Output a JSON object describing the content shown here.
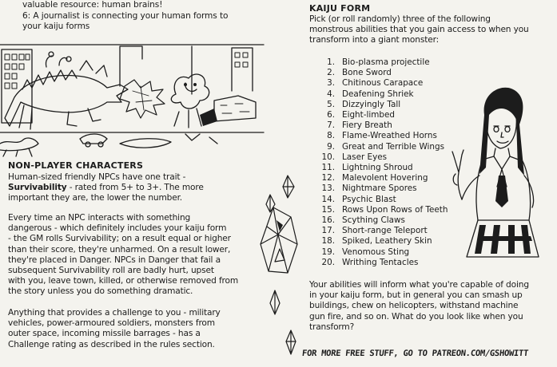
{
  "top_text": {
    "line1": "valuable resource: human brains!",
    "line2": "6: A journalist is connecting your human forms to",
    "line3": "your kaiju forms"
  },
  "npc": {
    "heading": "NON-PLAYER CHARACTERS",
    "p1_a": "Human-sized friendly NPCs have one trait -",
    "p1_b_bold": "Survivability",
    "p1_b_rest": " - rated from 5+ to 3+. The more",
    "p1_c": "important they are, the lower the number.",
    "p2": [
      "Every time an NPC interacts with something",
      "dangerous - which definitely includes your kaiju form",
      "- the GM rolls Survivability; on a result equal or higher",
      "than their score, they're unharmed. On a result lower,",
      "they're placed in Danger. NPCs in Danger that fail a",
      "subsequent Survivability roll are badly hurt, upset",
      "with you, leave town, killed, or otherwise removed from",
      "the story unless you do something dramatic."
    ],
    "p3": [
      "Anything that provides a challenge to you - military",
      "vehicles, power-armoured soldiers, monsters from",
      "outer space, incoming missile barrages - has a",
      "Challenge rating as described in the rules section."
    ]
  },
  "kaiju": {
    "heading": "KAIJU FORM",
    "intro": [
      "Pick (or roll randomly) three of the following",
      "monstrous abilities that you gain access to when you",
      "transform into a giant monster:"
    ],
    "abilities": [
      {
        "num": "1.",
        "name": "Bio-plasma projectile"
      },
      {
        "num": "2.",
        "name": "Bone Sword"
      },
      {
        "num": "3.",
        "name": "Chitinous Carapace"
      },
      {
        "num": "4.",
        "name": "Deafening Shriek"
      },
      {
        "num": "5.",
        "name": "Dizzyingly Tall"
      },
      {
        "num": "6.",
        "name": "Eight-limbed"
      },
      {
        "num": "7.",
        "name": "Fiery Breath"
      },
      {
        "num": "8.",
        "name": "Flame-Wreathed Horns"
      },
      {
        "num": "9.",
        "name": "Great and Terrible Wings"
      },
      {
        "num": "10.",
        "name": "Laser Eyes"
      },
      {
        "num": "11.",
        "name": "Lightning Shroud"
      },
      {
        "num": "12.",
        "name": "Malevolent Hovering"
      },
      {
        "num": "13.",
        "name": "Nightmare Spores"
      },
      {
        "num": "14.",
        "name": "Psychic Blast"
      },
      {
        "num": "15.",
        "name": "Rows Upon Rows of Teeth"
      },
      {
        "num": "16.",
        "name": "Scything Claws"
      },
      {
        "num": "17.",
        "name": "Short-range Teleport"
      },
      {
        "num": "18.",
        "name": "Spiked, Leathery Skin"
      },
      {
        "num": "19.",
        "name": "Venomous Sting"
      },
      {
        "num": "20.",
        "name": "Writhing Tentacles"
      }
    ],
    "outro": [
      "Your abilities will inform what you're capable of doing",
      "in your kaiju form, but in general you can smash up",
      "buildings, chew on helicopters, withstand machine",
      "gun fire, and so on. What do you look like when you",
      "transform?"
    ]
  },
  "footer": "FOR MORE FREE STUFF, GO TO PATREON.COM/GSHOWITT"
}
